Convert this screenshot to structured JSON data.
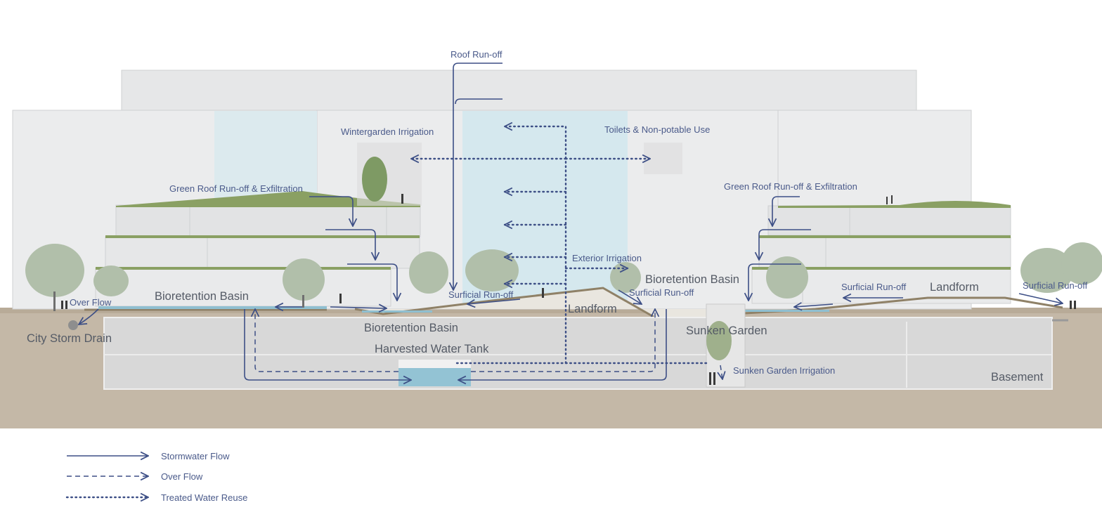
{
  "labels": {
    "roof_runoff": "Roof Run-off",
    "wintergarden_irrigation": "Wintergarden Irrigation",
    "toilets": "Toilets & Non-potable Use",
    "green_roof_left": "Green Roof Run-off & Exfiltration",
    "green_roof_right": "Green Roof Run-off & Exfiltration",
    "exterior_irrigation": "Exterior Irrigation",
    "bioretention_left": "Bioretention Basin",
    "bioretention_center": "Bioretention Basin",
    "bioretention_right": "Bioretention Basin",
    "surficial_runoff_1": "Surficial Run-off",
    "surficial_runoff_2": "Surficial Run-off",
    "surficial_runoff_3": "Surficial Run-off",
    "surficial_runoff_4": "Surficial Run-off",
    "landform_center": "Landform",
    "landform_right": "Landform",
    "over_flow": "Over Flow",
    "city_storm_drain": "City Storm Drain",
    "harvested_tank": "Harvested Water Tank",
    "sunken_garden": "Sunken Garden",
    "sunken_garden_irrigation": "Sunken Garden Irrigation",
    "basement": "Basement"
  },
  "legend": [
    {
      "style": "solid",
      "label": "Stormwater Flow"
    },
    {
      "style": "dashed",
      "label": "Over Flow"
    },
    {
      "style": "dotted",
      "label": "Treated Water Reuse"
    }
  ],
  "colors": {
    "flow": "#3d4f86",
    "building": "#e4e5e6",
    "building_line": "#c9cacc",
    "glass": "#d6e9ee",
    "soil": "#c3b7a6",
    "basement": "#d6d6d6",
    "grass": "#7d9457",
    "tree": "#a9b8a1",
    "water": "#8fc1d3"
  }
}
